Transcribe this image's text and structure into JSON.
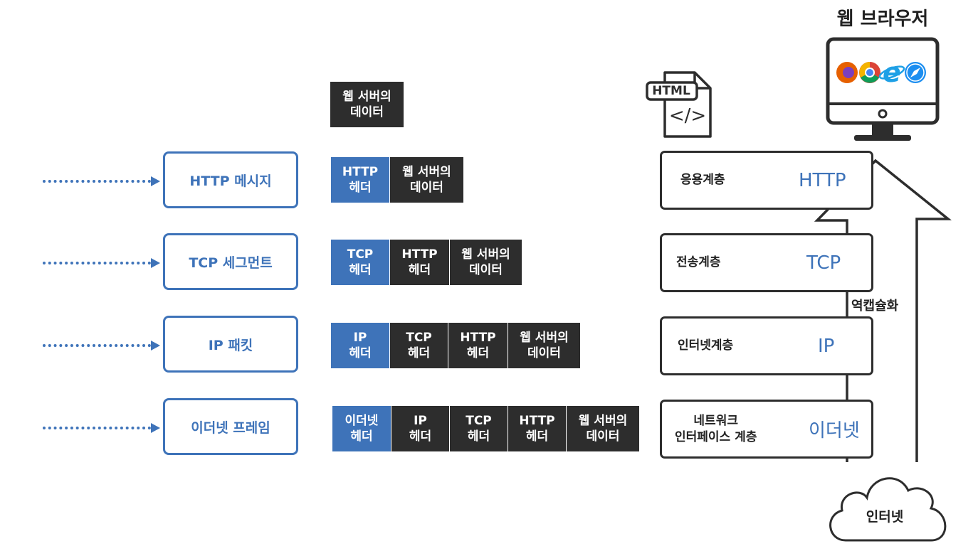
{
  "browser": {
    "title": "웹 브라우저"
  },
  "html_icon": {
    "label": "HTML",
    "code": "</>"
  },
  "top_data": {
    "text": "웹 서버의\n데이터"
  },
  "rows": [
    {
      "label": "HTTP 메시지",
      "cells": [
        "HTTP\n헤더",
        "웹 서버의\n데이터"
      ]
    },
    {
      "label": "TCP 세그먼트",
      "cells": [
        "TCP\n헤더",
        "HTTP\n헤더",
        "웹 서버의\n데이터"
      ]
    },
    {
      "label": "IP 패킷",
      "cells": [
        "IP\n헤더",
        "TCP\n헤더",
        "HTTP\n헤더",
        "웹 서버의\n데이터"
      ]
    },
    {
      "label": "이더넷 프레임",
      "cells": [
        "이더넷\n헤더",
        "IP\n헤더",
        "TCP\n헤더",
        "HTTP\n헤더",
        "웹 서버의\n데이터"
      ]
    }
  ],
  "layers": [
    {
      "name": "응용계층",
      "protocol": "HTTP"
    },
    {
      "name": "전송계층",
      "protocol": "TCP"
    },
    {
      "name": "인터넷계층",
      "protocol": "IP"
    },
    {
      "name": "네트워크\n인터페이스 계층",
      "protocol": "이더넷"
    }
  ],
  "decapsulation_label": "역캡슐화",
  "cloud_label": "인터넷",
  "colors": {
    "accent": "#3e73b9",
    "dark": "#2d2d2d"
  }
}
